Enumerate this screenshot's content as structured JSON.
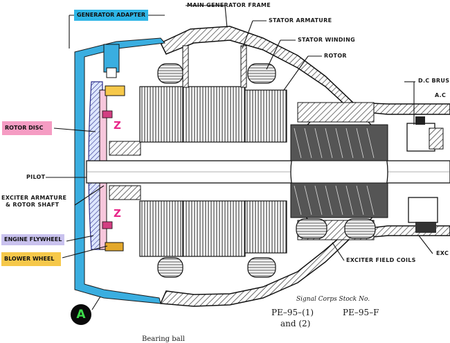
{
  "labels": {
    "main_generator_frame": "MAIN GENERATOR FRAME",
    "stator_armature": "STATOR ARMATURE",
    "stator_winding": "STATOR WINDING",
    "rotor": "ROTOR",
    "dc_brush": "D.C BRUS",
    "ac": "A.C",
    "pilot": "PILOT",
    "exciter_armature_1": "EXCITER ARMATURE",
    "exciter_armature_2": "& ROTOR SHAFT",
    "exciter_field_coils": "EXCITER FIELD COILS",
    "exc_right": "EXC"
  },
  "highlights": {
    "generator_adapter": {
      "text": "GENERATOR ADAPTER",
      "color": "#2eb5e6"
    },
    "rotor_disc": {
      "text": "ROTOR DISC",
      "color": "#f59cc3"
    },
    "engine_flywheel": {
      "text": "ENGINE FLYWHEEL",
      "color": "#c9c2ee"
    },
    "blower_wheel": {
      "text": "BLOWER WHEEL",
      "color": "#f6c84a"
    }
  },
  "z_marks": [
    "Z",
    "Z"
  ],
  "stock": {
    "heading": "Signal Corps Stock No.",
    "line1_left": "PE–95–(1)",
    "line1_right": "PE–95–F",
    "line2": "and (2)",
    "footer": "Bearing ball"
  },
  "marker": {
    "text": "A"
  }
}
